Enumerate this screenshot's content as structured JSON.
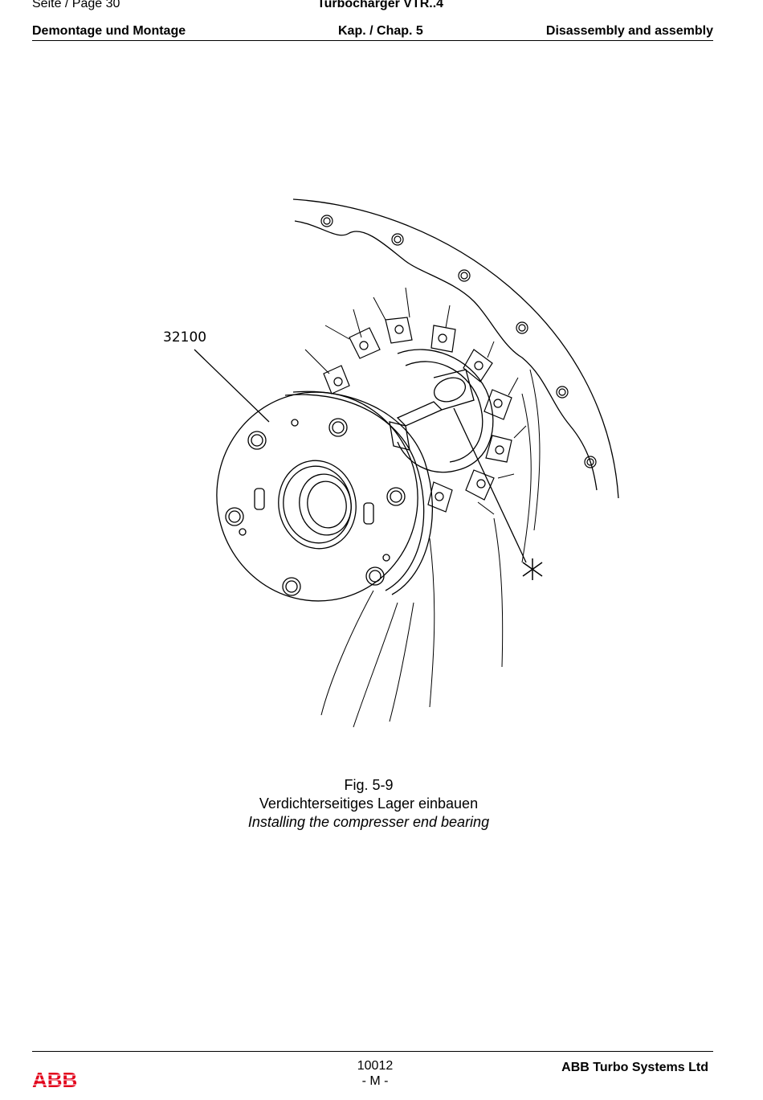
{
  "header": {
    "page_label": "Seite / Page  30",
    "product": "Turbocharger VTR..4",
    "section_de": "Demontage und Montage",
    "chapter": "Kap. / Chap. 5",
    "section_en": "Disassembly and assembly"
  },
  "figure": {
    "part_number": "32100",
    "caption_number": "Fig. 5-9",
    "caption_de": "Verdichterseitiges Lager einbauen",
    "caption_en": "Installing the compresser end bearing"
  },
  "footer": {
    "doc_number": "10012",
    "revision": "- M -",
    "company": "ABB Turbo Systems Ltd",
    "logo_text": "ABB",
    "logo_color": "#e2001a"
  }
}
